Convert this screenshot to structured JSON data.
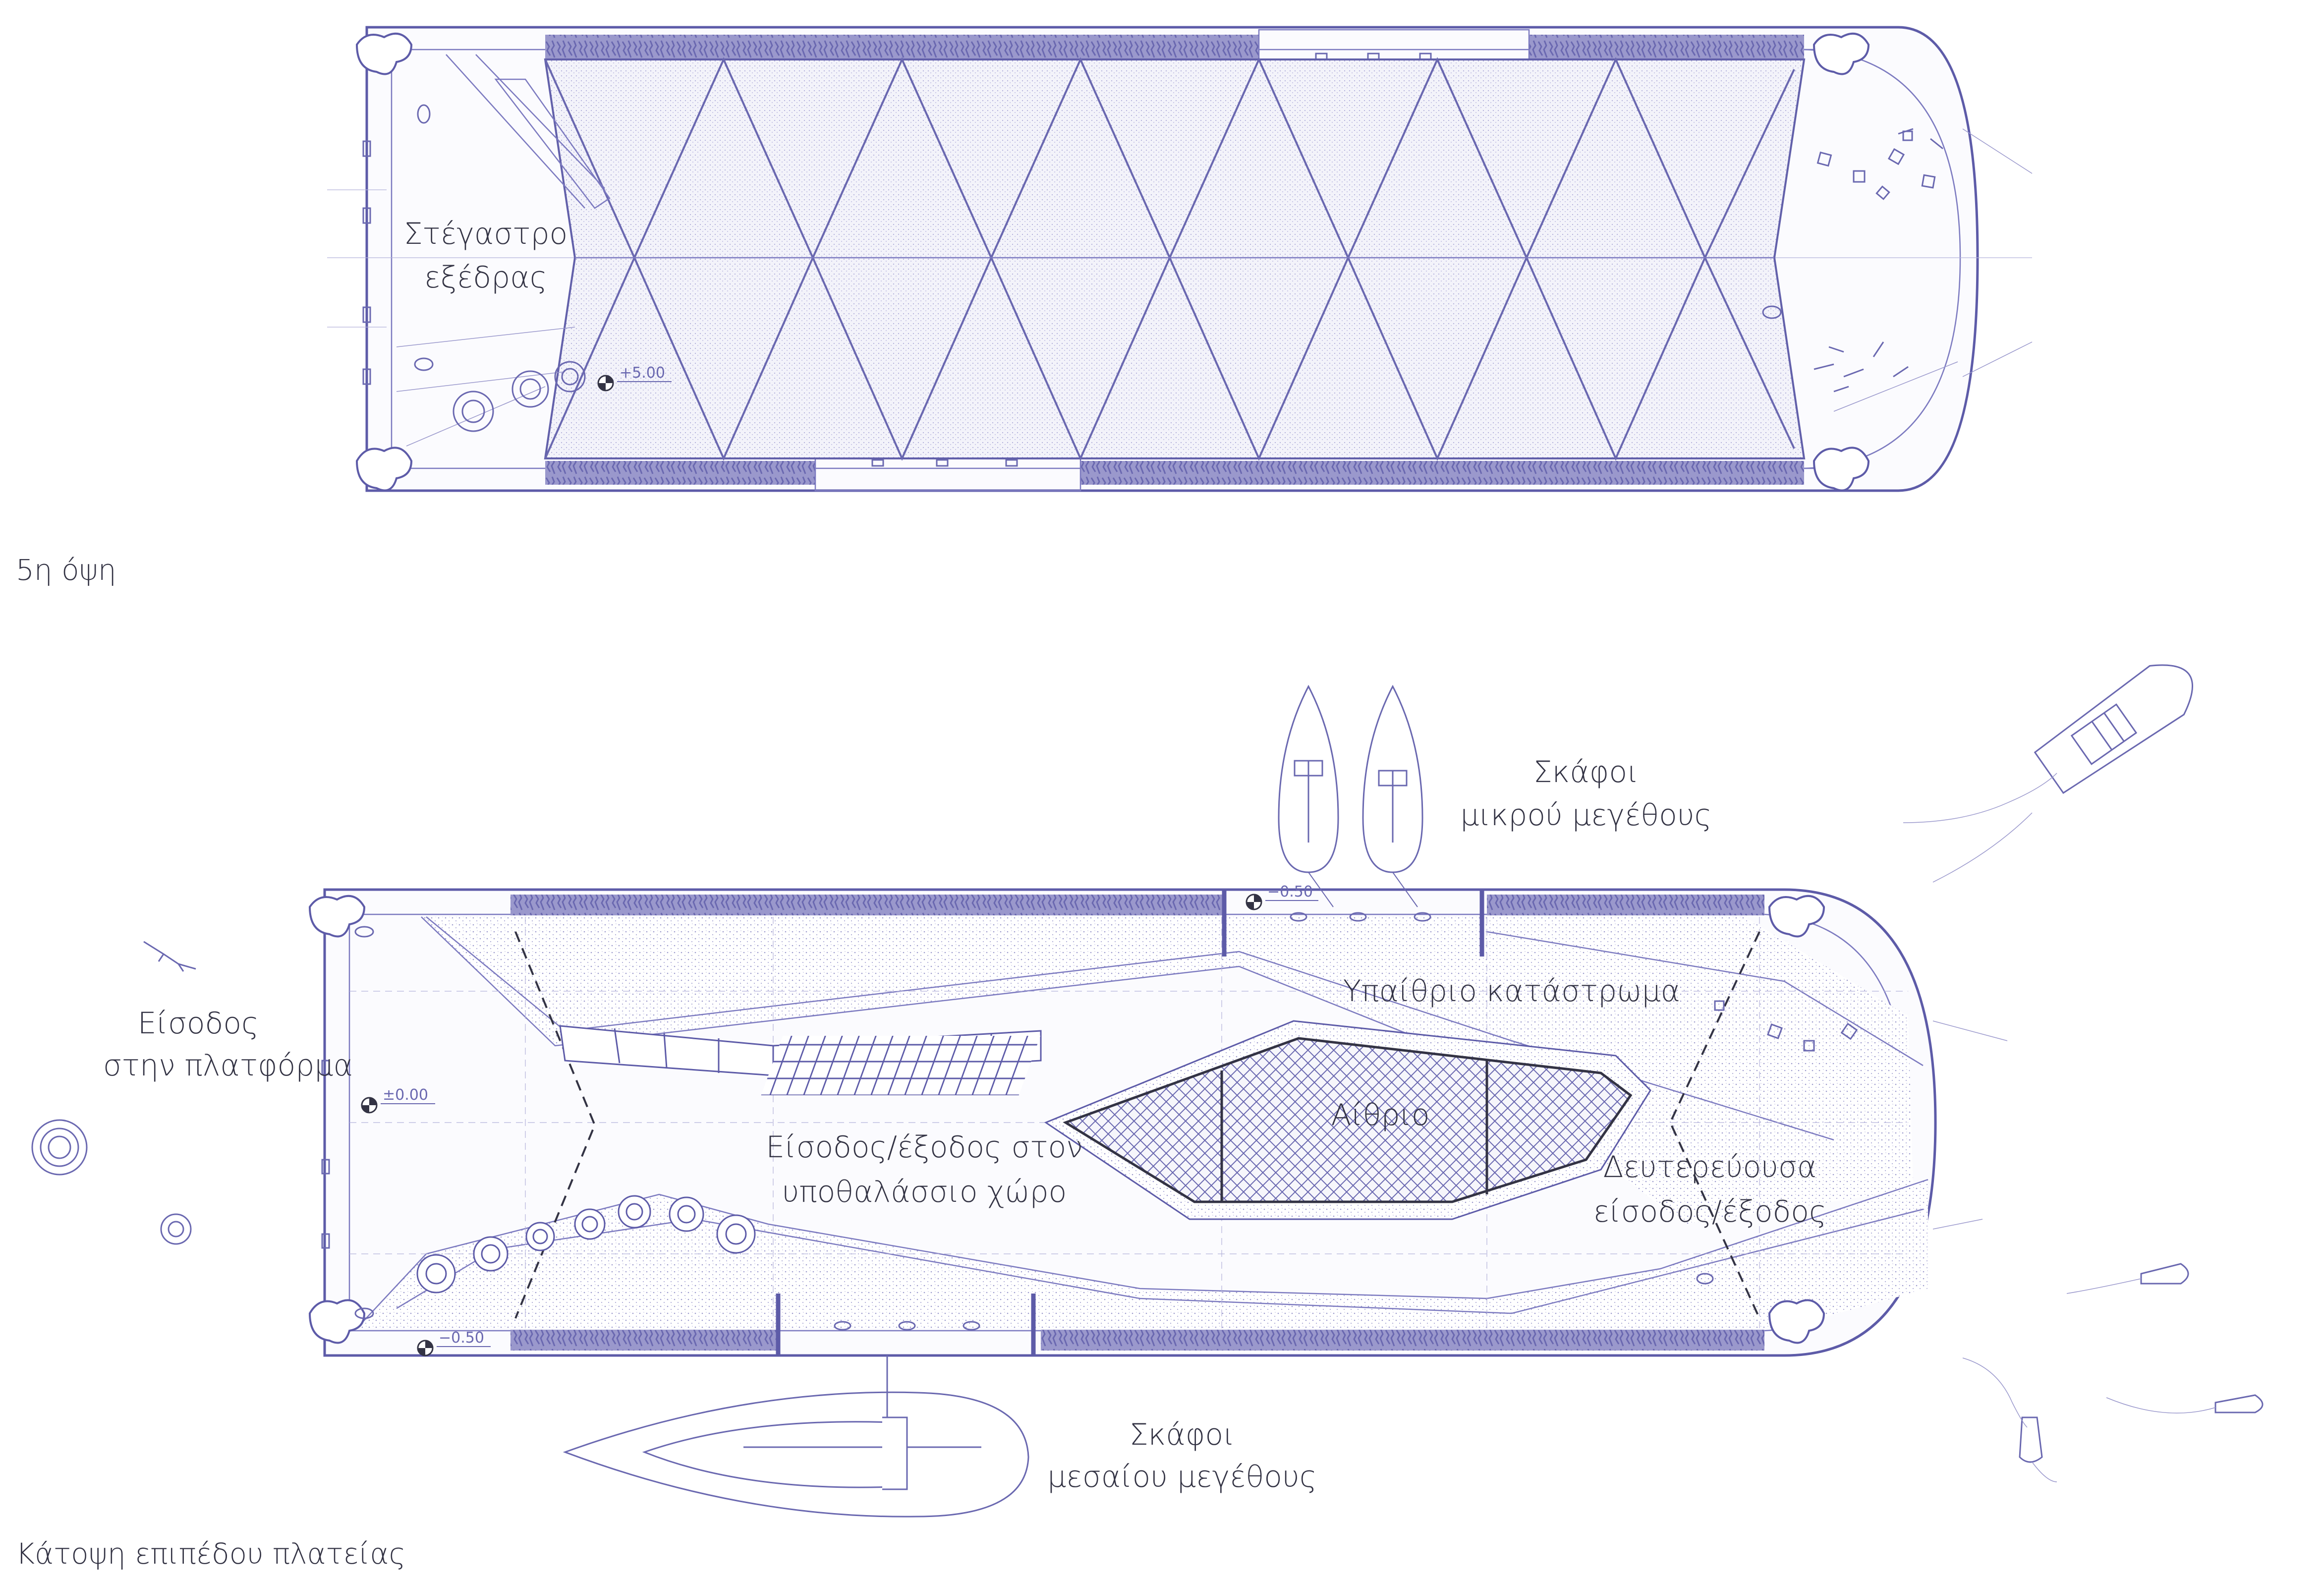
{
  "elevation": {
    "caption": "5η όψη",
    "canopy_label_line1": "Στέγαστρο",
    "canopy_label_line2": "εξέδρας",
    "level_mark": "+5.00"
  },
  "plan": {
    "caption": "Κάτοψη επιπέδου πλατείας",
    "small_boats_line1": "Σκάφοι",
    "small_boats_line2": "μικρού μεγέθους",
    "open_deck": "Υπαίθριο κατάστρωμα",
    "entrance_line1": "Είσοδος",
    "entrance_line2": "στην πλατφόρμα",
    "underwater_line1": "Είσοδος/έξοδος στον",
    "underwater_line2": "υποθαλάσσιο χώρο",
    "atrium": "Αίθριο",
    "secondary_line1": "Δευτερεύουσα",
    "secondary_line2": "είσοδος/έξοδος",
    "medium_boats_line1": "Σκάφοι",
    "medium_boats_line2": "μεσαίου μεγέθους",
    "level_000": "±0.00",
    "level_top": "−0.50",
    "level_bottom": "−0.50"
  },
  "colors": {
    "line": "#6a68b0",
    "text": "#333344",
    "fill": "#8482c0"
  }
}
